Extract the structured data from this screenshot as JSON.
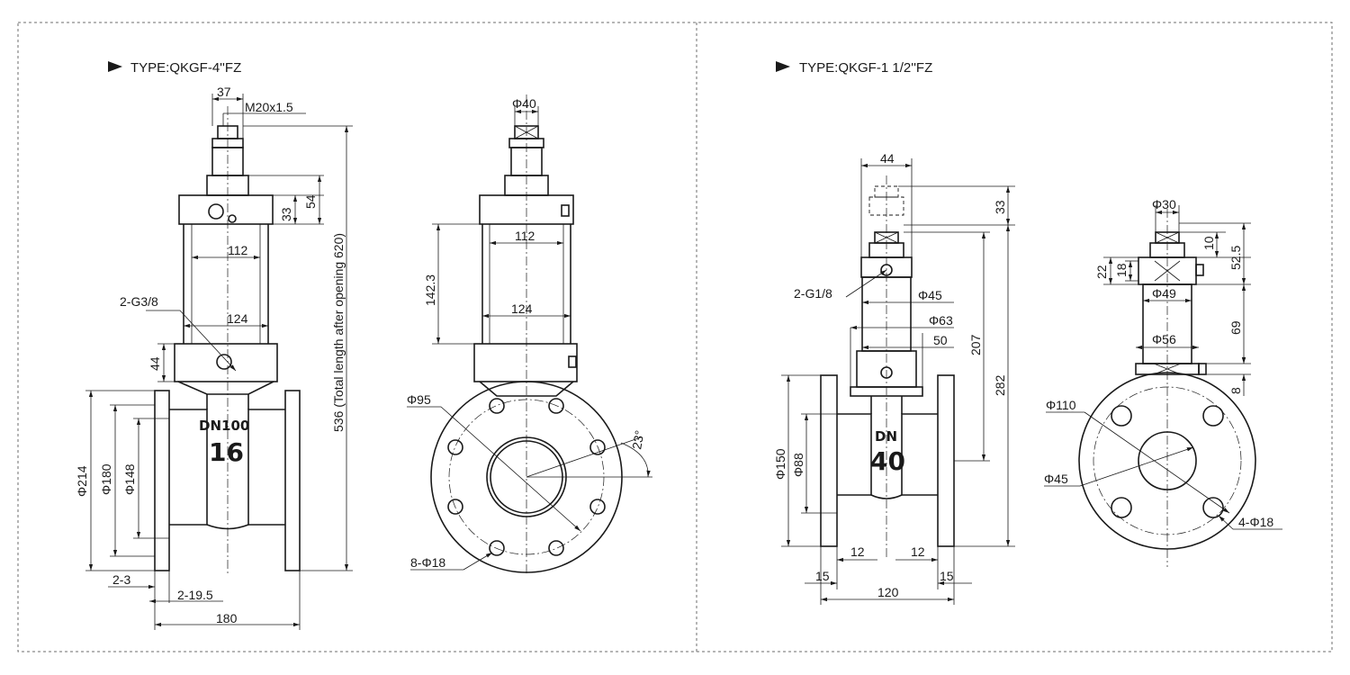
{
  "panels": [
    {
      "type_label": "TYPE:QKGF-4''FZ",
      "body_label_size": "DN100",
      "body_label_pressure": "16",
      "front_dims": {
        "d37": "37",
        "m20": "M20x1.5",
        "d33": "33",
        "d54": "54",
        "d112": "112",
        "g38": "2-G3/8",
        "d124": "124",
        "d44": "44",
        "d536": "536 (Total length after opening 620)",
        "d214": "Φ214",
        "d180v": "Φ180",
        "d148": "Φ148",
        "d23": "2-3",
        "d195": "2-19.5",
        "d180h": "180"
      },
      "side_dims": {
        "phi40": "Φ40",
        "d1423": "142.3",
        "d112": "112",
        "d124": "124",
        "phi95": "Φ95",
        "deg23": "23°",
        "holes": "8-Φ18"
      }
    },
    {
      "type_label": "TYPE:QKGF-1  1/2''FZ",
      "body_label_size": "DN",
      "body_label_pressure": "40",
      "front_dims": {
        "d44": "44",
        "d33": "33",
        "g18": "2-G1/8",
        "phi45": "Φ45",
        "phi63": "Φ63",
        "d50": "50",
        "d207": "207",
        "d282": "282",
        "phi150": "Φ150",
        "phi88": "Φ88",
        "d12a": "12",
        "d12b": "12",
        "d15a": "15",
        "d15b": "15",
        "d120": "120"
      },
      "side_dims": {
        "phi30": "Φ30",
        "d10": "10",
        "d525": "52.5",
        "d22": "22",
        "d18": "18",
        "phi49": "Φ49",
        "d69": "69",
        "phi56": "Φ56",
        "d8": "8",
        "phi110": "Φ110",
        "phi45": "Φ45",
        "holes": "4-Φ18"
      }
    }
  ]
}
